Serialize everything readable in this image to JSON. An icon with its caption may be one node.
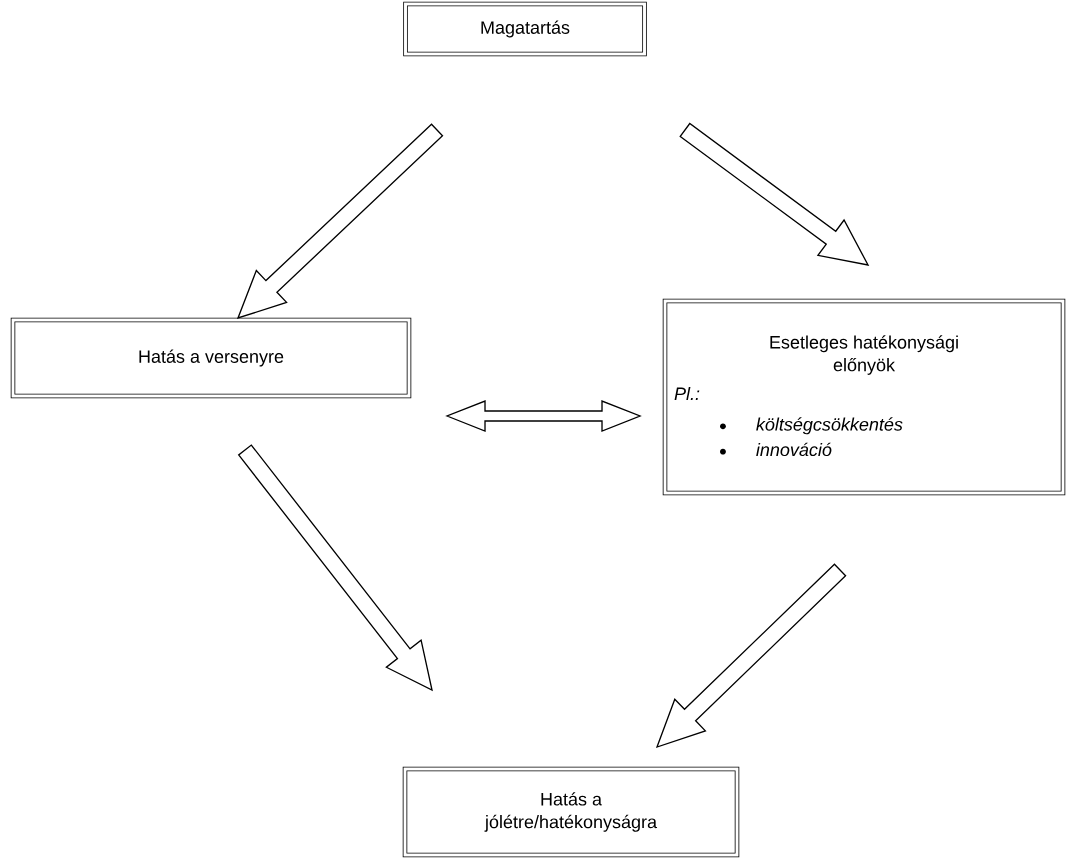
{
  "diagram": {
    "nodes": [
      {
        "text": [
          "Magatartás"
        ]
      },
      {
        "text": [
          "Hatás a versenyre"
        ]
      },
      {
        "text": [
          "Esetleges hatékonysági előnyök",
          "Pl.:",
          "költségcsökkentés",
          "innováció"
        ]
      },
      {
        "text": [
          "Hatás a jólétre/hatékonyságra"
        ]
      }
    ],
    "edges": [
      {
        "from": 0,
        "to": 1,
        "arrow": "to"
      },
      {
        "from": 0,
        "to": 2,
        "arrow": "to"
      },
      {
        "from": 1,
        "to": 2,
        "arrow": "both"
      },
      {
        "from": 1,
        "to": 3,
        "arrow": "to"
      },
      {
        "from": 2,
        "to": 3,
        "arrow": "to"
      }
    ]
  }
}
